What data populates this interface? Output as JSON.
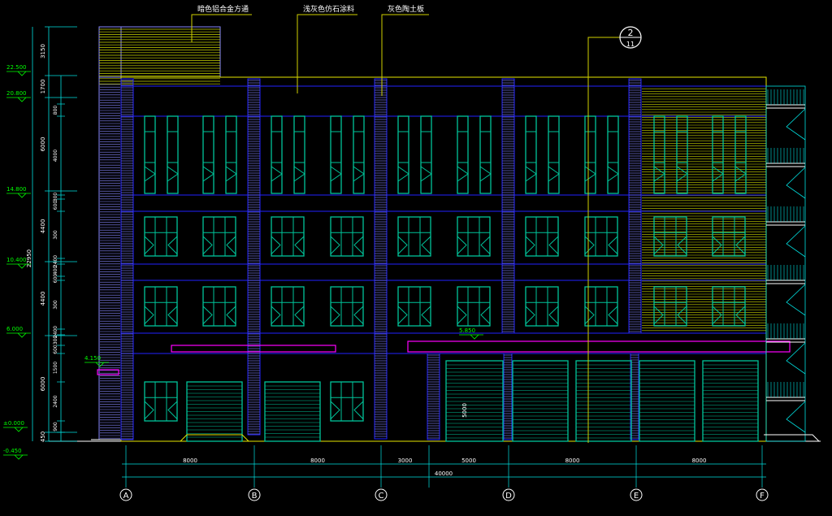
{
  "colors": {
    "background": "#000000",
    "outline": "#e6e600",
    "floor_line": "#2222ff",
    "window": "#00c49a",
    "hatch": "#8888ff",
    "cladding": "#c8d400",
    "dimension": "#00e0e0",
    "level": "#00ff00",
    "canopy": "#ff00ff",
    "leader": "#d0d000",
    "text": "#ffffff"
  },
  "annotations": [
    {
      "text": "暗色铝合金方通"
    },
    {
      "text": "浅灰色仿石涂料"
    },
    {
      "text": "灰色陶土板"
    }
  ],
  "detail_marker": {
    "top": "2",
    "bottom": "11"
  },
  "levels": [
    "22.500",
    "20.800",
    "14.800",
    "10.400",
    "6.000",
    "4.150",
    "±0.000",
    "-0.450",
    "5.850"
  ],
  "left_dims": {
    "outer": [
      "3150",
      "1700",
      "6000",
      "4400",
      "4400",
      "6000",
      "450"
    ],
    "inner": [
      "800",
      "4000",
      "300",
      "600",
      "300",
      "2400",
      "400",
      "600",
      "300",
      "2400",
      "300",
      "600",
      "1500",
      "2400",
      "900"
    ],
    "total": "22950"
  },
  "door_dim": "5000",
  "bottom_dims": {
    "segments": [
      "8000",
      "8000",
      "3000",
      "5000",
      "8000",
      "8000"
    ],
    "total": "40000"
  },
  "axes": [
    "A",
    "B",
    "C",
    "D",
    "E",
    "F"
  ]
}
